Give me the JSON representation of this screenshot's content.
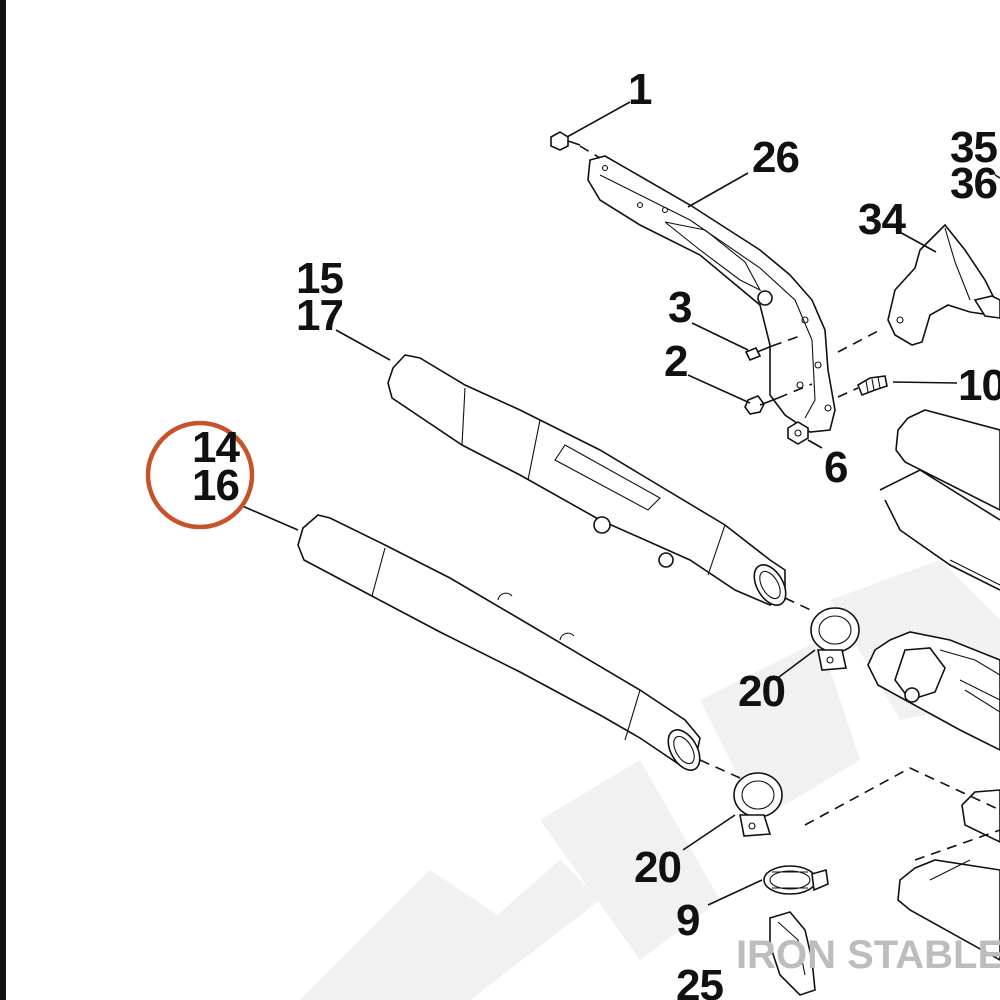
{
  "callouts": {
    "c1": "1",
    "c26": "26",
    "c35": "35",
    "c36": "36",
    "c34": "34",
    "c15": "15",
    "c17": "17",
    "c3": "3",
    "c2": "2",
    "c10": "10",
    "c6": "6",
    "c14": "14",
    "c16": "16",
    "c20a": "20",
    "c20b": "20",
    "c9": "9",
    "c25": "25"
  },
  "watermark": {
    "text": "IRON STABLE"
  },
  "highlight": {
    "color": "#c8522a"
  },
  "colors": {
    "line": "#111111",
    "background": "#ffffff",
    "watermark": "#bdbdbd"
  }
}
